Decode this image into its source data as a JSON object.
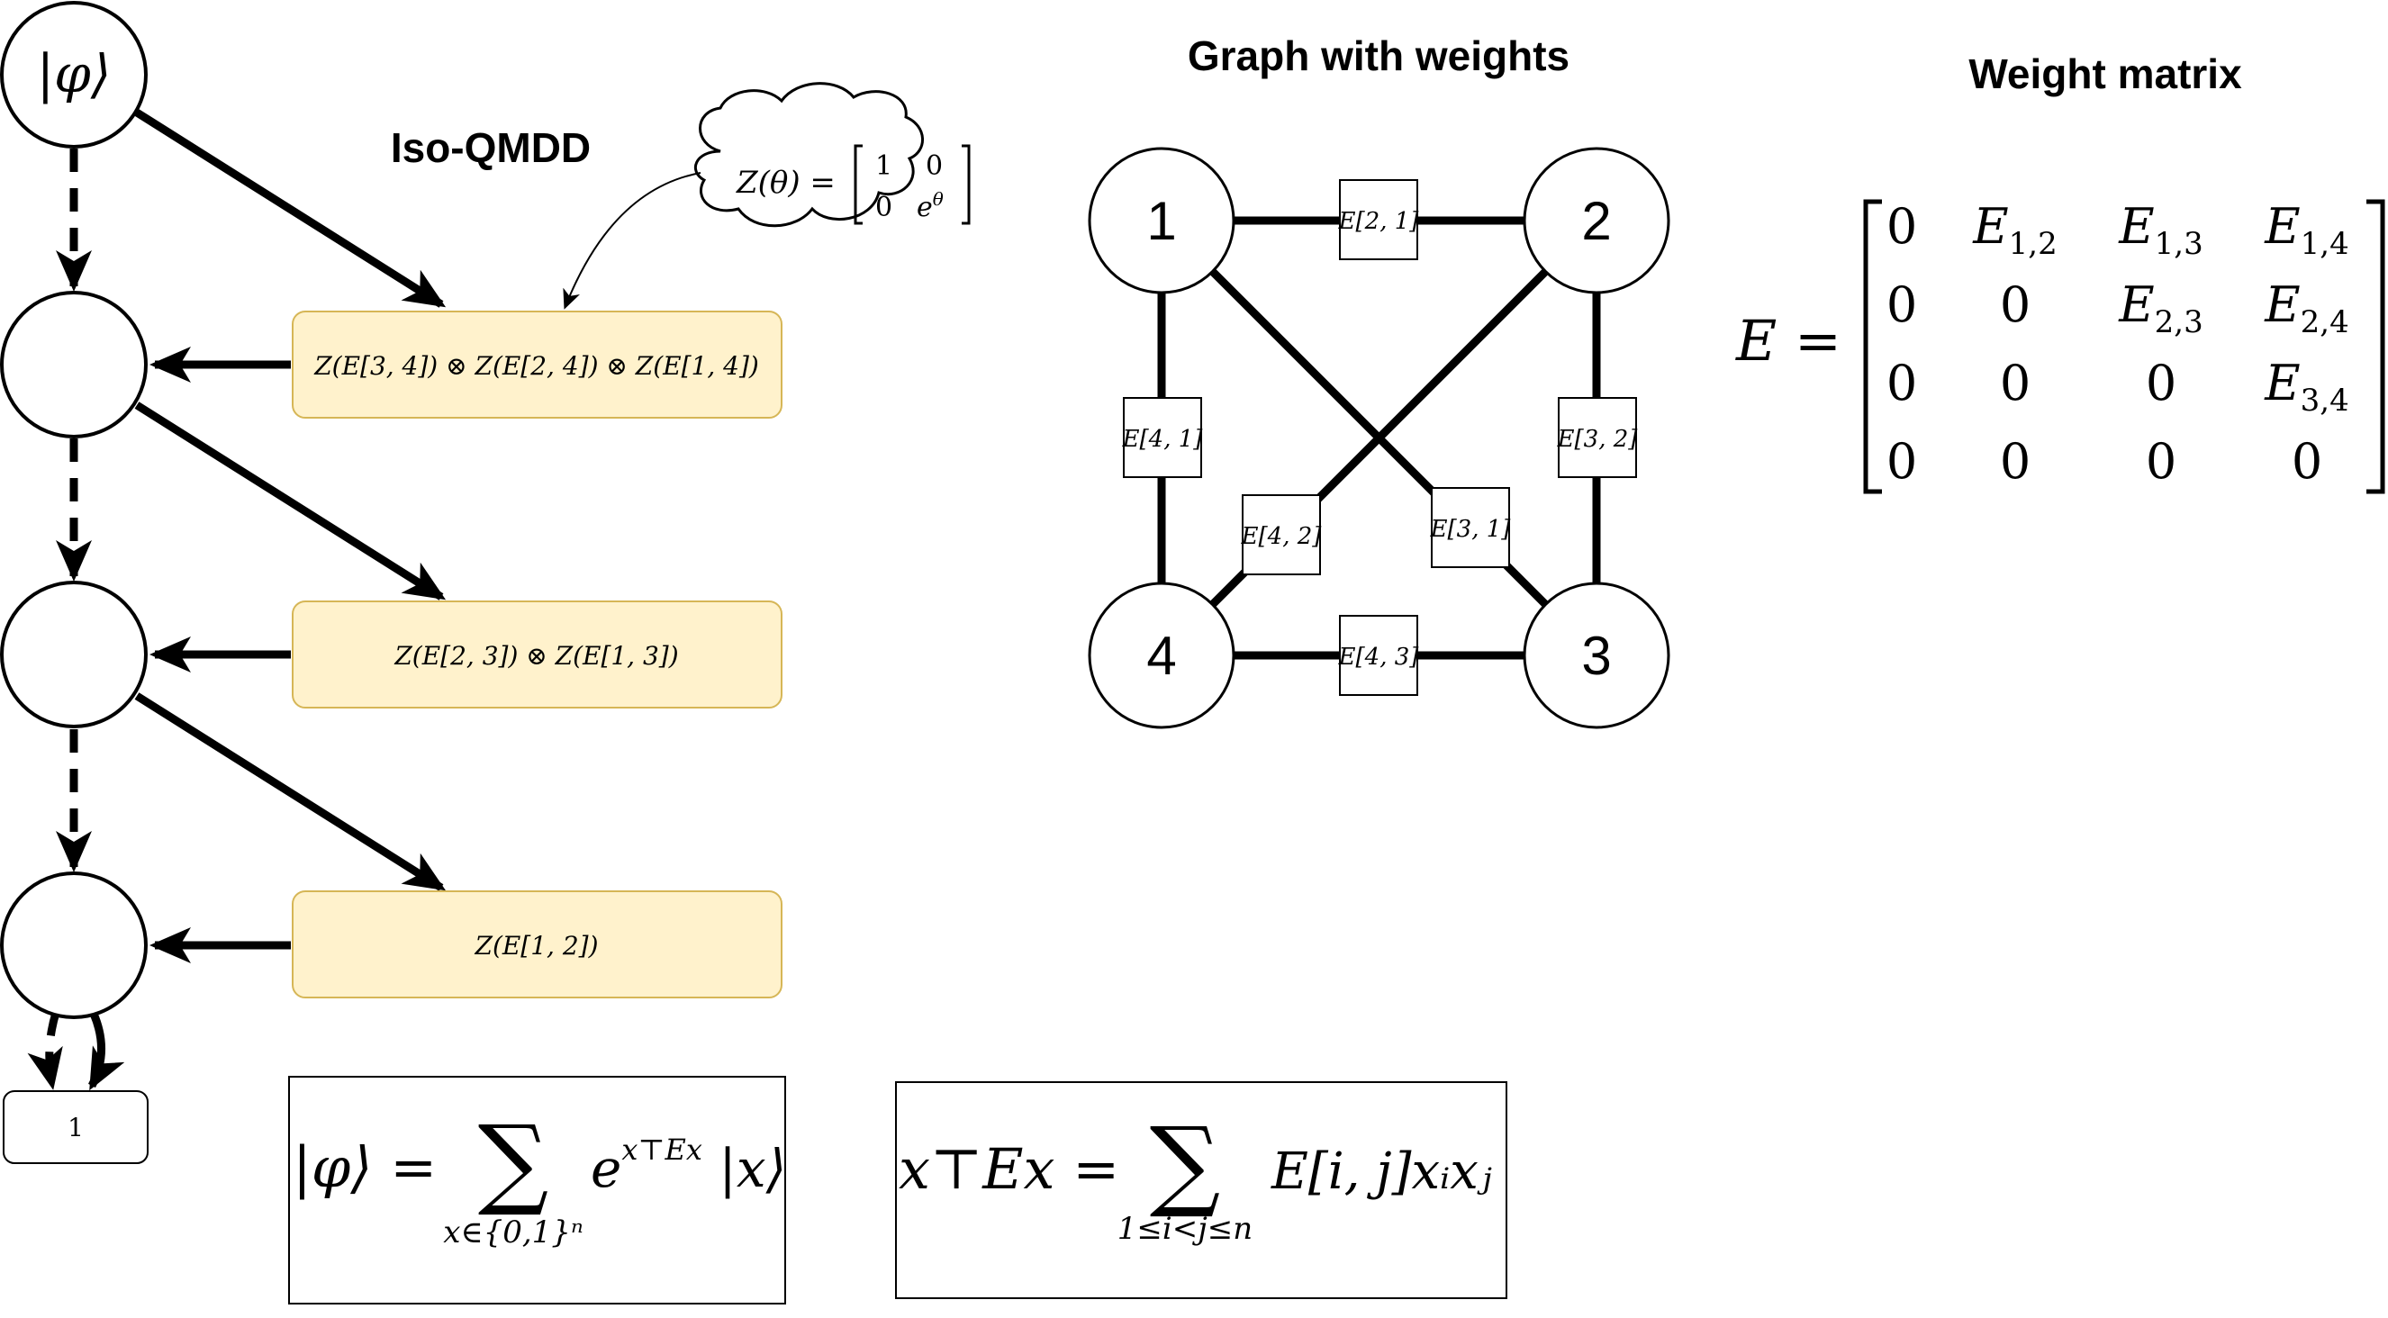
{
  "titles": {
    "iso_qmdd": "Iso-QMDD",
    "graph": "Graph with weights",
    "matrix": "Weight matrix"
  },
  "qmdd": {
    "root_label": "|φ⟩",
    "terminal_label": "1",
    "operators": [
      "Z(E[3, 4]) ⊗ Z(E[2, 4]) ⊗ Z(E[1, 4])",
      "Z(E[2, 3]) ⊗ Z(E[1, 3])",
      "Z(E[1, 2])"
    ],
    "callout": {
      "lhs": "Z(θ) =",
      "matrix": [
        [
          "1",
          "0"
        ],
        [
          "0",
          "eθ"
        ]
      ]
    }
  },
  "graph": {
    "nodes": [
      "1",
      "2",
      "3",
      "4"
    ],
    "edge_labels": {
      "e21": "E[2, 1]",
      "e32": "E[3, 2]",
      "e43": "E[4, 3]",
      "e41": "E[4, 1]",
      "e42": "E[4, 2]",
      "e31": "E[3, 1]"
    }
  },
  "weight_matrix": {
    "lhs": "E =",
    "rows": [
      [
        "0",
        "E1,2",
        "E1,3",
        "E1,4"
      ],
      [
        "0",
        "0",
        "E2,3",
        "E2,4"
      ],
      [
        "0",
        "0",
        "0",
        "E3,4"
      ],
      [
        "0",
        "0",
        "0",
        "0"
      ]
    ]
  },
  "formulas": {
    "state": {
      "lhs": "|φ⟩ =",
      "sum": "∑",
      "sub": "x∈{0,1}ⁿ",
      "rhs": "e^(x⊤Ex) |x⟩"
    },
    "quadratic": {
      "lhs": "x⊤Ex =",
      "sum": "∑",
      "sub": "1≤i<j≤n",
      "rhs": "E[i, j]xᵢxⱼ"
    }
  },
  "colors": {
    "operator_fill": "#fff2cc",
    "operator_stroke": "#d6b656",
    "line": "#000000"
  }
}
